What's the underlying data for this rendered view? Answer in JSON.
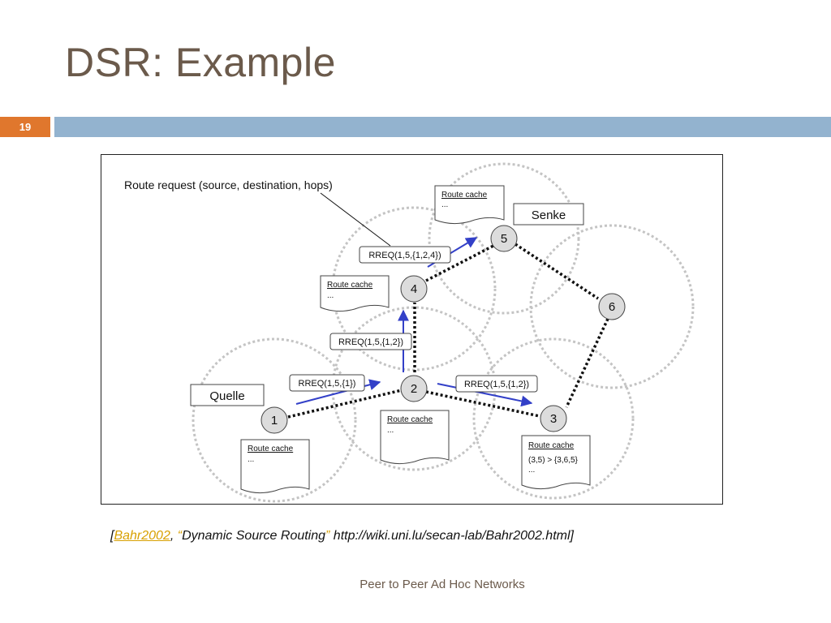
{
  "slide": {
    "title": "DSR: Example",
    "number": "19",
    "footer": "Peer to Peer Ad Hoc Networks"
  },
  "diagram": {
    "callout": "Route request (source, destination, hops)",
    "labels": {
      "source": "Quelle",
      "sink": "Senke"
    },
    "nodes": [
      "1",
      "2",
      "3",
      "4",
      "5",
      "6"
    ],
    "messages": {
      "m1": "RREQ(1,5,{1})",
      "m2": "RREQ(1,5,{1,2})",
      "m3": "RREQ(1,5,{1,2})",
      "m4": "RREQ(1,5,{1,2,4})"
    },
    "cache_title": "Route cache",
    "cache_dots": "...",
    "cache3_entry": "(3,5) > {3,6,5}"
  },
  "caption": {
    "open": "[",
    "link": "Bahr2002",
    "sep": ", ",
    "q_open": "“",
    "title": "Dynamic Source Routing",
    "q_close": "”",
    "url": " http://wiki.uni.lu/secan-lab/Bahr2002.html]"
  },
  "colors": {
    "accent": "#e0772d",
    "bar": "#93b3cf",
    "title": "#6b5a4b",
    "arrow": "#3340c8",
    "link": "#d8a000"
  }
}
